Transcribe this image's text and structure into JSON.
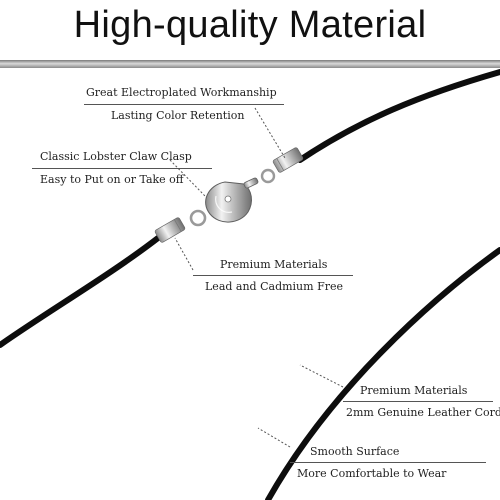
{
  "banner": {
    "title": "High-quality Material"
  },
  "callouts": [
    {
      "line1": "Great Electroplated Workmanship",
      "line2": "Lasting Color Retention"
    },
    {
      "line1": "Classic Lobster Claw Clasp",
      "line2": "Easy to Put on or Take off"
    },
    {
      "line1": "Premium Materials",
      "line2": "Lead and Cadmium Free"
    },
    {
      "line1": "Premium Materials",
      "line2": "2mm Genuine Leather Cord"
    },
    {
      "line1": "Smooth Surface",
      "line2": "More Comfortable to Wear"
    }
  ],
  "colors": {
    "cord": "#0d0d0d",
    "metal": "#c8c8c8",
    "text": "#222222"
  }
}
